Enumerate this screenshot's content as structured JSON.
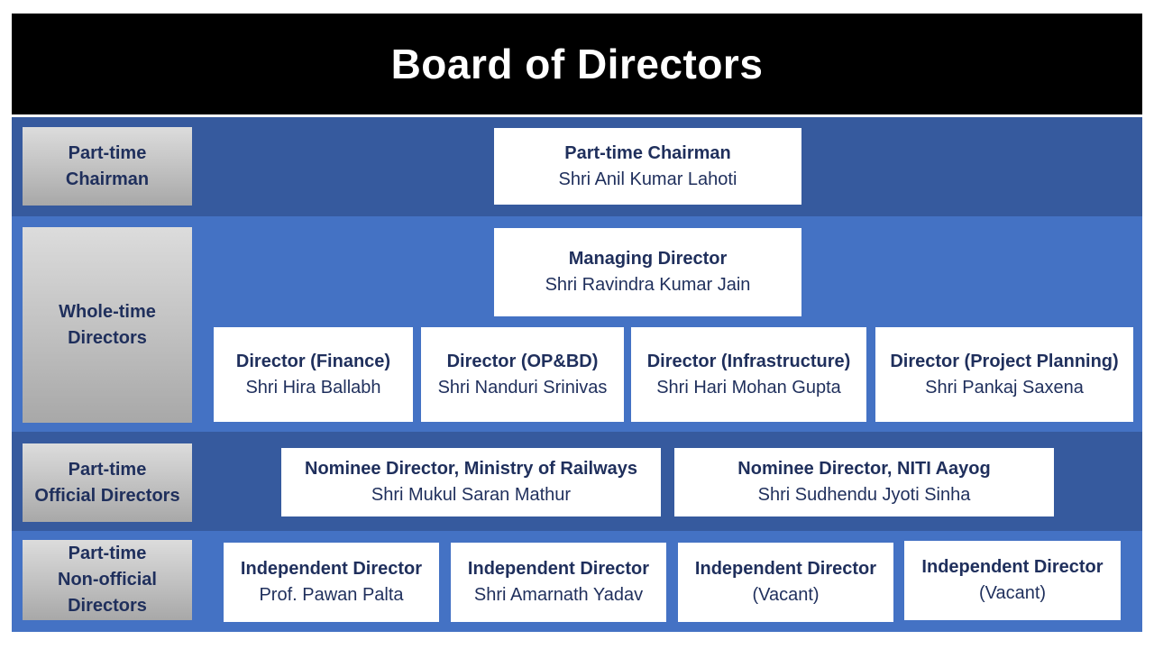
{
  "title": "Board of Directors",
  "rows": {
    "chairman": {
      "label_lines": [
        "Part-time",
        "Chairman"
      ],
      "members": [
        {
          "role": "Part-time Chairman",
          "name": "Shri Anil Kumar Lahoti"
        }
      ]
    },
    "wholetime": {
      "label_lines": [
        "Whole-time",
        "Directors"
      ],
      "head": {
        "role": "Managing Director",
        "name": "Shri Ravindra Kumar Jain"
      },
      "members": [
        {
          "role": "Director (Finance)",
          "name": "Shri Hira Ballabh"
        },
        {
          "role": "Director (OP&BD)",
          "name": "Shri Nanduri Srinivas"
        },
        {
          "role": "Director (Infrastructure)",
          "name": "Shri Hari Mohan Gupta"
        },
        {
          "role": "Director (Project Planning)",
          "name": "Shri Pankaj Saxena"
        }
      ]
    },
    "official": {
      "label_lines": [
        "Part-time",
        "Official Directors"
      ],
      "members": [
        {
          "role": "Nominee Director, Ministry of Railways",
          "name": "Shri Mukul Saran Mathur"
        },
        {
          "role": "Nominee Director, NITI Aayog",
          "name": "Shri Sudhendu Jyoti Sinha"
        }
      ]
    },
    "nonofficial": {
      "label_lines": [
        "Part-time",
        "Non-official",
        "Directors"
      ],
      "members": [
        {
          "role": "Independent Director",
          "name": "Prof. Pawan Palta"
        },
        {
          "role": "Independent Director",
          "name": "Shri Amarnath Yadav"
        },
        {
          "role": "Independent Director",
          "name": "(Vacant)"
        },
        {
          "role": "Independent Director",
          "name": "(Vacant)"
        }
      ]
    }
  },
  "colors": {
    "title_bg": "#000000",
    "band_dark": "#365a9e",
    "band_light": "#4472c4",
    "text": "#1f2f5c"
  }
}
